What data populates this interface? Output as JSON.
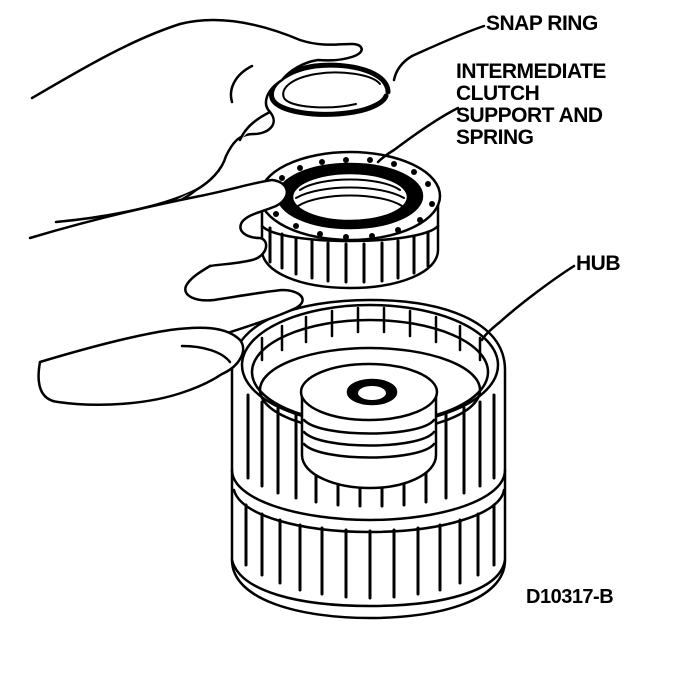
{
  "labels": {
    "snap_ring": "SNAP RING",
    "intermediate_lines": [
      "INTERMEDIATE",
      "CLUTCH",
      "SUPPORT AND",
      "SPRING"
    ],
    "hub": "HUB",
    "figure_code": "D10317-B"
  },
  "colors": {
    "ink": "#000000",
    "paper": "#ffffff"
  }
}
